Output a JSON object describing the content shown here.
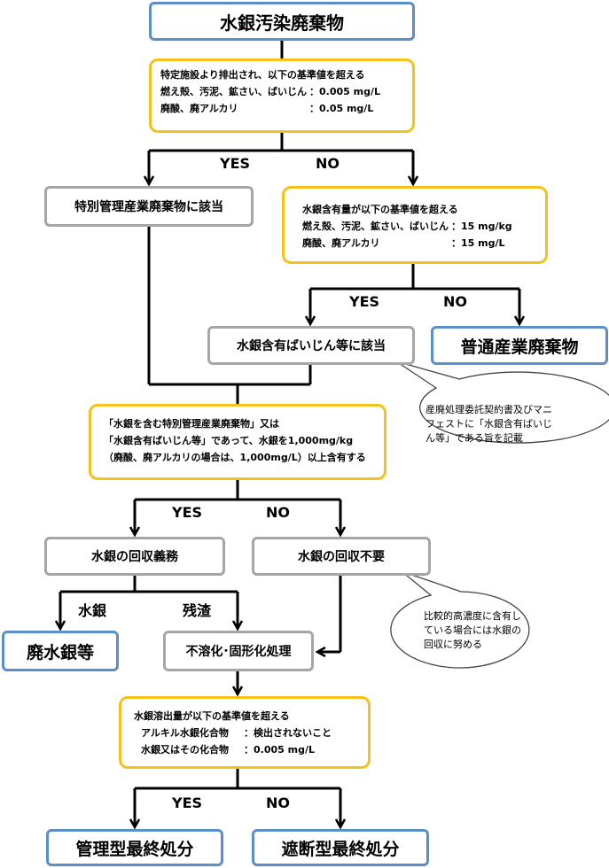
{
  "title": "水銀汚染廃棄物",
  "q1": {
    "heading": "特定施設より排出され、以下の基準値を超える",
    "rows": [
      {
        "label": "燃え殻、汚泥、鉱さい、ばいじん",
        "value": "：0.005 mg/L"
      },
      {
        "label": "廃酸、廃アルカリ",
        "value": "：0.05 mg/L"
      }
    ]
  },
  "branch1": {
    "yes": "YES",
    "no": "NO"
  },
  "special_box": "特別管理産業廃棄物に該当",
  "q2": {
    "heading": "水銀含有量が以下の基準値を超える",
    "rows": [
      {
        "label": "燃え殻、汚泥、鉱さい、ばいじん",
        "value": "：15 mg/kg"
      },
      {
        "label": "廃酸、廃アルカリ",
        "value": "：15 mg/L"
      }
    ]
  },
  "branch2": {
    "yes": "YES",
    "no": "NO"
  },
  "dust_box": "水銀含有ばいじん等に該当",
  "normal_box": "普通産業廃棄物",
  "bubble1": "産廃処理委託契約書及びマニフェストに「水銀含有ばいじん等」である旨を記載",
  "q3": {
    "lines": [
      "「水銀を含む特別管理産業廃棄物」又は",
      "「水銀含有ばいじん等」であって、水銀を1,000mg/kg",
      "（廃酸、廃アルカリの場合は、1,000mg/L）以上含有する"
    ]
  },
  "branch3": {
    "yes": "YES",
    "no": "NO"
  },
  "recover_box": "水銀の回収義務",
  "no_recover_box": "水銀の回収不要",
  "branch4": {
    "left": "水銀",
    "right": "残渣"
  },
  "waste_mercury_box": "廃水銀等",
  "solidify_box": "不溶化･固形化処理",
  "bubble2": "比較的高濃度に含有している場合には水銀の回収に努める",
  "q4": {
    "heading": "水銀溶出量が以下の基準値を超える",
    "rows": [
      {
        "label": "アルキル水銀化合物",
        "value": "：検出されないこと"
      },
      {
        "label": "水銀又はその化合物",
        "value": "：0.005 mg/L"
      }
    ]
  },
  "branch5": {
    "yes": "YES",
    "no": "NO"
  },
  "managed_box": "管理型最終処分",
  "isolated_box": "遮断型最終処分",
  "colors": {
    "blue": "#5b8fc7",
    "gray": "#a6a6a6",
    "yellow": "#f5c21b"
  }
}
